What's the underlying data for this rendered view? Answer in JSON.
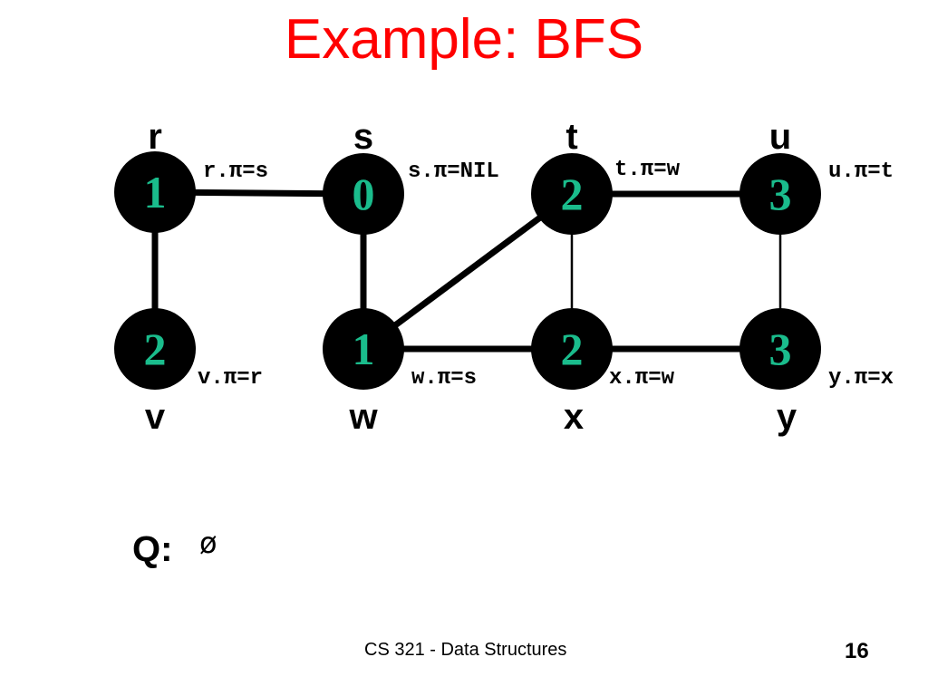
{
  "slide": {
    "title": "Example: BFS",
    "queue_label": "Q:",
    "queue_value": "ø",
    "footer": "CS 321 - Data Structures",
    "page_number": "16"
  },
  "colors": {
    "title": "#ff0000",
    "node_fill": "#000000",
    "distance_text": "#1abc8c",
    "edge": "#000000"
  },
  "graph": {
    "vertices": [
      {
        "id": "r",
        "name": "r",
        "distance": "1",
        "parent_label": "r.π=s"
      },
      {
        "id": "s",
        "name": "s",
        "distance": "0",
        "parent_label": "s.π=NIL"
      },
      {
        "id": "t",
        "name": "t",
        "distance": "2",
        "parent_label": "t.π=w"
      },
      {
        "id": "u",
        "name": "u",
        "distance": "3",
        "parent_label": "u.π=t"
      },
      {
        "id": "v",
        "name": "v",
        "distance": "2",
        "parent_label": "v.π=r"
      },
      {
        "id": "w",
        "name": "w",
        "distance": "1",
        "parent_label": "w.π=s"
      },
      {
        "id": "x",
        "name": "x",
        "distance": "2",
        "parent_label": "x.π=w"
      },
      {
        "id": "y",
        "name": "y",
        "distance": "3",
        "parent_label": "y.π=x"
      }
    ],
    "edges": [
      {
        "from": "r",
        "to": "s",
        "tree_edge": true
      },
      {
        "from": "t",
        "to": "u",
        "tree_edge": true
      },
      {
        "from": "r",
        "to": "v",
        "tree_edge": true
      },
      {
        "from": "s",
        "to": "w",
        "tree_edge": true
      },
      {
        "from": "w",
        "to": "t",
        "tree_edge": true
      },
      {
        "from": "t",
        "to": "x",
        "tree_edge": false
      },
      {
        "from": "u",
        "to": "y",
        "tree_edge": false
      },
      {
        "from": "w",
        "to": "x",
        "tree_edge": true
      },
      {
        "from": "x",
        "to": "y",
        "tree_edge": true
      }
    ]
  }
}
